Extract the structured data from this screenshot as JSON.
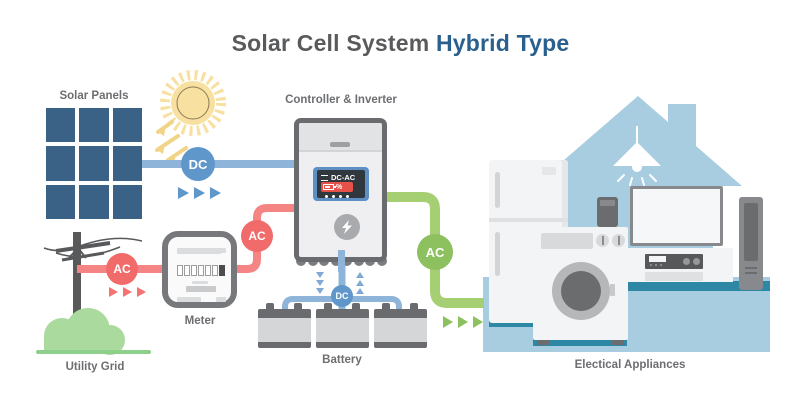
{
  "title": {
    "main": "Solar Cell System",
    "accent": "Hybrid Type"
  },
  "nodes": {
    "solar_panels": {
      "label": "Solar Panels"
    },
    "controller": {
      "label": "Controller & Inverter",
      "screen_mode": "DC-AC",
      "screen_percent": "%"
    },
    "meter": {
      "label": "Meter"
    },
    "utility_grid": {
      "label": "Utility Grid"
    },
    "battery": {
      "label": "Battery"
    },
    "appliances": {
      "label": "Electical Appliances"
    }
  },
  "badges": {
    "solar_dc": "DC",
    "grid_ac": "AC",
    "inverter_in_ac": "AC",
    "inverter_out_ac": "AC",
    "battery_dc": "DC"
  },
  "colors": {
    "dc_badge_blue": "#6097CB",
    "dc_line_blue": "#8FB4DA",
    "ac_badge_red": "#F26B6B",
    "ac_line_red": "#F58585",
    "ac_badge_green": "#8DC05E",
    "ac_line_green": "#A6CE73",
    "solar_panel_blue": "#3A6186",
    "house_blue": "#A8CDE0",
    "platform_teal": "#2E87A5",
    "title_gray": "#595A5C",
    "title_blue": "#2A608D",
    "sun_yellow": "#F8E0A0"
  }
}
